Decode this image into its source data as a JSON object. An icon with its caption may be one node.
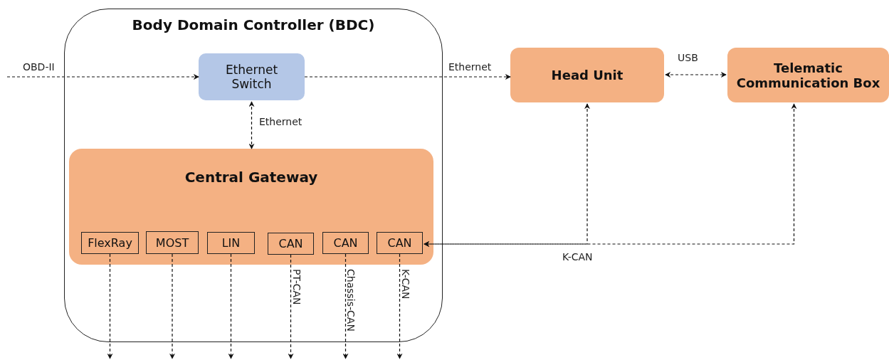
{
  "diagram": {
    "nodes": [
      {
        "text": [
          "Body Domain Controller (BDC)"
        ]
      },
      {
        "text": [
          "Ethernet Switch"
        ],
        "in": 0
      },
      {
        "text": [
          "Central Gateway"
        ],
        "in": 0
      },
      {
        "text": [
          "FlexRay"
        ],
        "in": 2
      },
      {
        "text": [
          "MOST"
        ],
        "in": 2
      },
      {
        "text": [
          "LIN"
        ],
        "in": 2
      },
      {
        "text": [
          "CAN"
        ],
        "in": 2
      },
      {
        "text": [
          "CAN"
        ],
        "in": 2
      },
      {
        "text": [
          "CAN"
        ],
        "in": 2
      },
      {
        "text": [
          "Head Unit"
        ]
      },
      {
        "text": [
          "Telematic Communication Box"
        ]
      }
    ],
    "edges": [
      {
        "from": null,
        "to": 1,
        "arrow": "to",
        "label": "OBD-II"
      },
      {
        "from": 1,
        "to": 9,
        "arrow": "to",
        "label": "Ethernet"
      },
      {
        "from": 9,
        "to": 10,
        "arrow": "both",
        "label": "USB"
      },
      {
        "from": 1,
        "to": 2,
        "arrow": "both",
        "label": "Ethernet"
      },
      {
        "from": 10,
        "to": 8,
        "arrow": "both",
        "label": "K-CAN"
      },
      {
        "from": 9,
        "to": 8,
        "arrow": "both"
      },
      {
        "from": 3,
        "to": null,
        "arrow": "to"
      },
      {
        "from": 4,
        "to": null,
        "arrow": "to"
      },
      {
        "from": 5,
        "to": null,
        "arrow": "to"
      },
      {
        "from": 6,
        "to": null,
        "arrow": "to",
        "label": "PT-CAN"
      },
      {
        "from": 7,
        "to": null,
        "arrow": "to",
        "label": "Chassis-CAN"
      },
      {
        "from": 8,
        "to": null,
        "arrow": "to",
        "label": "K-CAN"
      }
    ]
  }
}
